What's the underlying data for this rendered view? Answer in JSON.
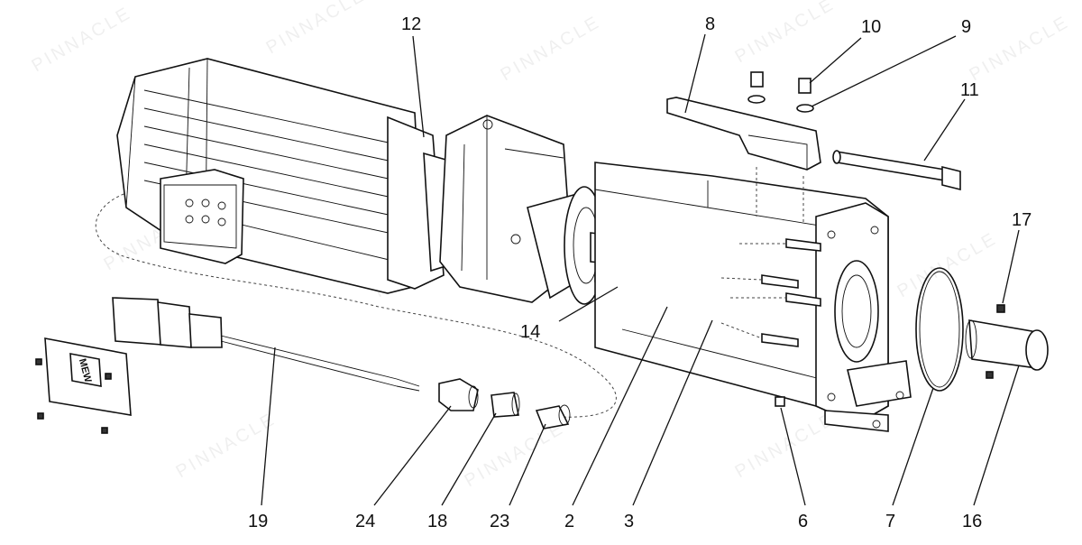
{
  "diagram": {
    "labels": [
      "12",
      "8",
      "10",
      "9",
      "11",
      "17",
      "14",
      "19",
      "24",
      "18",
      "23",
      "2",
      "3",
      "6",
      "7",
      "16"
    ],
    "badge_text": "MEW",
    "watermark_text": "PINNACLE"
  }
}
